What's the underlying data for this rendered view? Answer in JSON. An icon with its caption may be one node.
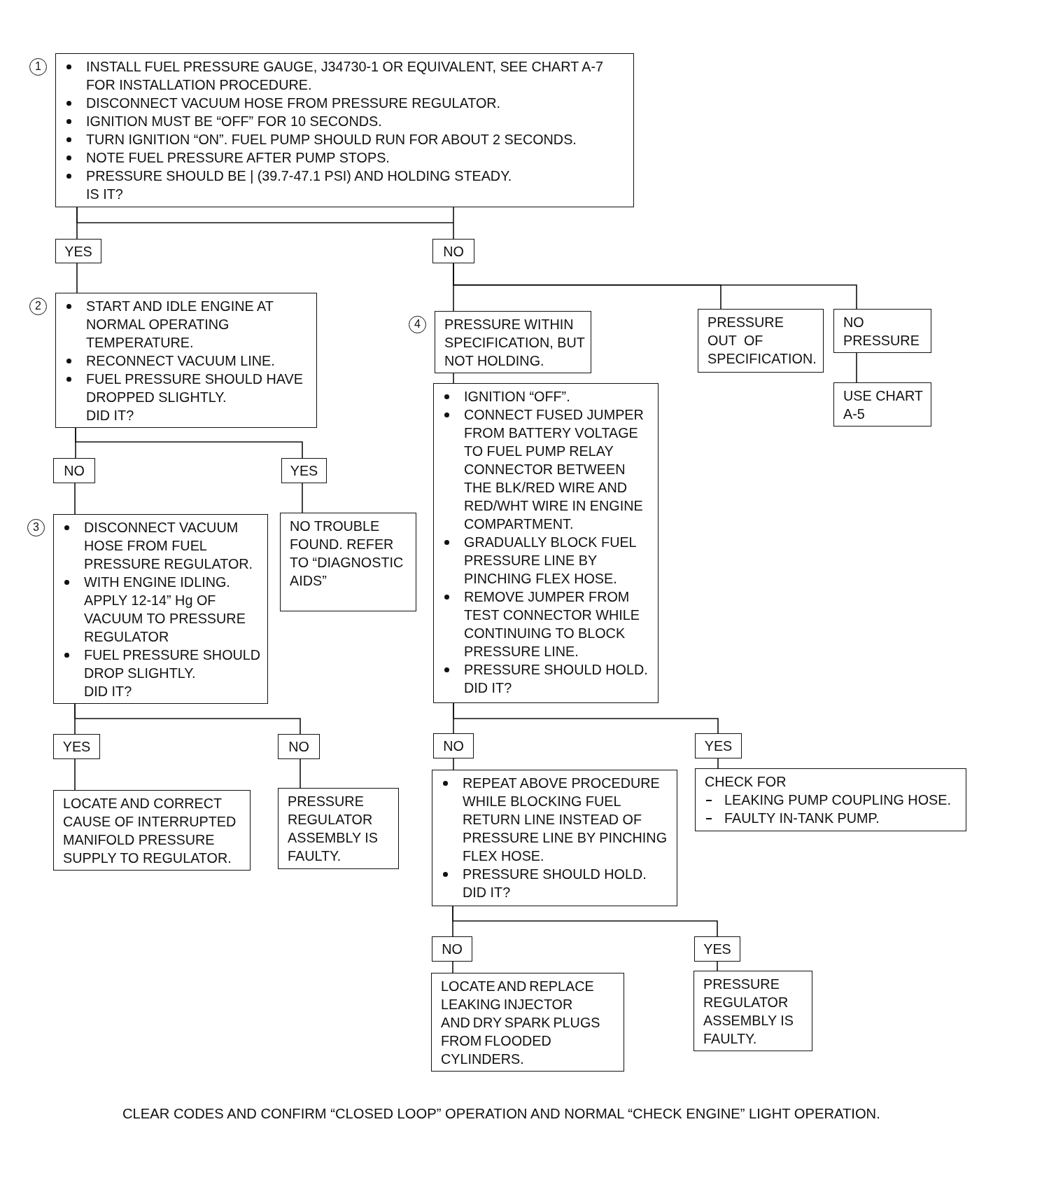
{
  "diagram": {
    "nodes": [
      {
        "text": [
          "INSTALL FUEL PRESSURE GAUGE, J34730-1 OR EQUIVALENT, SEE CHART A-7 FOR INSTALLATION PROCEDURE.",
          "DISCONNECT VACUUM HOSE FROM PRESSURE REGULATOR.",
          "IGNITION MUST BE “OFF” FOR 10 SECONDS.",
          "TURN IGNITION “ON”. FUEL PUMP SHOULD RUN FOR ABOUT 2 SECONDS.",
          "NOTE FUEL PRESSURE AFTER PUMP STOPS.",
          "PRESSURE SHOULD BE | (39.7-47.1 PSI) AND HOLDING STEADY.",
          "IS IT?"
        ],
        "beside": [
          "1"
        ]
      },
      {
        "text": [
          "YES"
        ]
      },
      {
        "text": [
          "NO"
        ]
      },
      {
        "text": [
          "START AND IDLE ENGINE AT NORMAL OPERATING TEMPERATURE.",
          "RECONNECT VACUUM LINE.",
          "FUEL PRESSURE SHOULD HAVE DROPPED SLIGHTLY.",
          "DID IT?"
        ],
        "beside": [
          "2"
        ]
      },
      {
        "text": [
          "PRESSURE WITHIN SPECIFICATION, BUT NOT HOLDING."
        ],
        "beside": [
          "4"
        ]
      },
      {
        "text": [
          "PRESSURE OUT OF SPECIFICATION."
        ]
      },
      {
        "text": [
          "NO PRESSURE"
        ]
      },
      {
        "text": [
          "USE CHART A-5"
        ]
      },
      {
        "text": [
          "IGNITION “OFF”.",
          "CONNECT FUSED JUMPER FROM BATTERY VOLTAGE TO FUEL PUMP RELAY CONNECTOR BETWEEN THE BLK/RED WIRE AND RED/WHT WIRE IN ENGINE COMPARTMENT.",
          "GRADUALLY BLOCK FUEL PRESSURE LINE BY PINCHING FLEX HOSE.",
          "REMOVE JUMPER FROM TEST CONNECTOR WHILE CONTINUING TO BLOCK PRESSURE LINE.",
          "PRESSURE SHOULD HOLD.",
          "DID IT?"
        ]
      },
      {
        "text": [
          "NO"
        ]
      },
      {
        "text": [
          "YES"
        ]
      },
      {
        "text": [
          "DISCONNECT VACUUM HOSE FROM FUEL PRESSURE REGULATOR.",
          "WITH ENGINE IDLING. APPLY 12-14” Hg OF VACUUM TO PRESSURE REGULATOR",
          "FUEL PRESSURE SHOULD DROP SLIGHTLY.",
          "DID IT?"
        ],
        "beside": [
          "3"
        ]
      },
      {
        "text": [
          "NO TROUBLE FOUND. REFER TO “DIAGNOSTIC AIDS”"
        ]
      },
      {
        "text": [
          "YES"
        ]
      },
      {
        "text": [
          "NO"
        ]
      },
      {
        "text": [
          "NO"
        ]
      },
      {
        "text": [
          "YES"
        ]
      },
      {
        "text": [
          "LOCATE AND CORRECT CAUSE OF INTERRUPTED MANIFOLD PRESSURE SUPPLY TO REGULATOR."
        ]
      },
      {
        "text": [
          "PRESSURE REGULATOR ASSEMBLY IS FAULTY."
        ]
      },
      {
        "text": [
          "REPEAT ABOVE PROCEDURE WHILE BLOCKING FUEL RETURN LINE INSTEAD OF PRESSURE LINE BY PINCHING FLEX HOSE.",
          "PRESSURE SHOULD HOLD.",
          "DID IT?"
        ]
      },
      {
        "text": [
          "CHECK FOR",
          "LEAKING PUMP COUPLING HOSE.",
          "FAULTY IN-TANK PUMP."
        ]
      },
      {
        "text": [
          "NO"
        ]
      },
      {
        "text": [
          "YES"
        ]
      },
      {
        "text": [
          "LOCATE AND REPLACE LEAKING INJECTOR AND DRY SPARK PLUGS FROM FLOODED CYLINDERS."
        ]
      },
      {
        "text": [
          "PRESSURE REGULATOR ASSEMBLY IS FAULTY."
        ]
      }
    ],
    "edges": [
      {
        "from": 0,
        "to": 1,
        "arrow": "none"
      },
      {
        "from": 0,
        "to": 2,
        "arrow": "none"
      },
      {
        "from": 1,
        "to": 3,
        "arrow": "none"
      },
      {
        "from": 2,
        "to": 4,
        "arrow": "none"
      },
      {
        "from": 2,
        "to": 5,
        "arrow": "none"
      },
      {
        "from": 2,
        "to": 6,
        "arrow": "none"
      },
      {
        "from": 6,
        "to": 7,
        "arrow": "none"
      },
      {
        "from": 4,
        "to": 8,
        "arrow": "none"
      },
      {
        "from": 3,
        "to": 9,
        "arrow": "none"
      },
      {
        "from": 3,
        "to": 10,
        "arrow": "none"
      },
      {
        "from": 9,
        "to": 11,
        "arrow": "none"
      },
      {
        "from": 10,
        "to": 12,
        "arrow": "none"
      },
      {
        "from": 11,
        "to": 13,
        "arrow": "none"
      },
      {
        "from": 11,
        "to": 14,
        "arrow": "none"
      },
      {
        "from": 8,
        "to": 15,
        "arrow": "none"
      },
      {
        "from": 8,
        "to": 16,
        "arrow": "none"
      },
      {
        "from": 13,
        "to": 17,
        "arrow": "none"
      },
      {
        "from": 14,
        "to": 18,
        "arrow": "none"
      },
      {
        "from": 15,
        "to": 19,
        "arrow": "none"
      },
      {
        "from": 16,
        "to": 20,
        "arrow": "none"
      },
      {
        "from": 19,
        "to": 21,
        "arrow": "none"
      },
      {
        "from": 19,
        "to": 22,
        "arrow": "none"
      },
      {
        "from": 21,
        "to": 23,
        "arrow": "none"
      },
      {
        "from": 22,
        "to": 24,
        "arrow": "none"
      }
    ],
    "labels": [
      "CLEAR CODES AND CONFIRM “CLOSED LOOP” OPERATION AND NORMAL “CHECK ENGINE” LIGHT OPERATION."
    ]
  }
}
